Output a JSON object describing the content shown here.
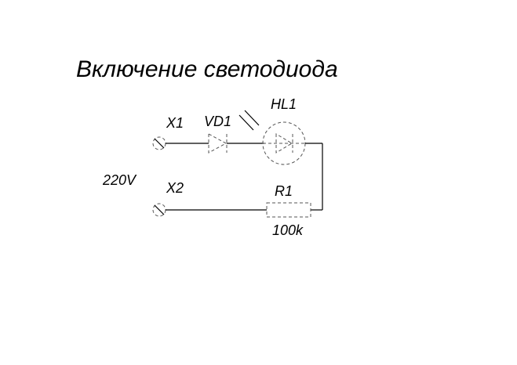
{
  "diagram": {
    "title": "Включение светодиода",
    "supply_label": "220V",
    "components": {
      "x1": {
        "ref": "X1"
      },
      "x2": {
        "ref": "X2"
      },
      "vd1": {
        "ref": "VD1"
      },
      "hl1": {
        "ref": "HL1"
      },
      "r1": {
        "ref": "R1",
        "value": "100k"
      }
    }
  }
}
